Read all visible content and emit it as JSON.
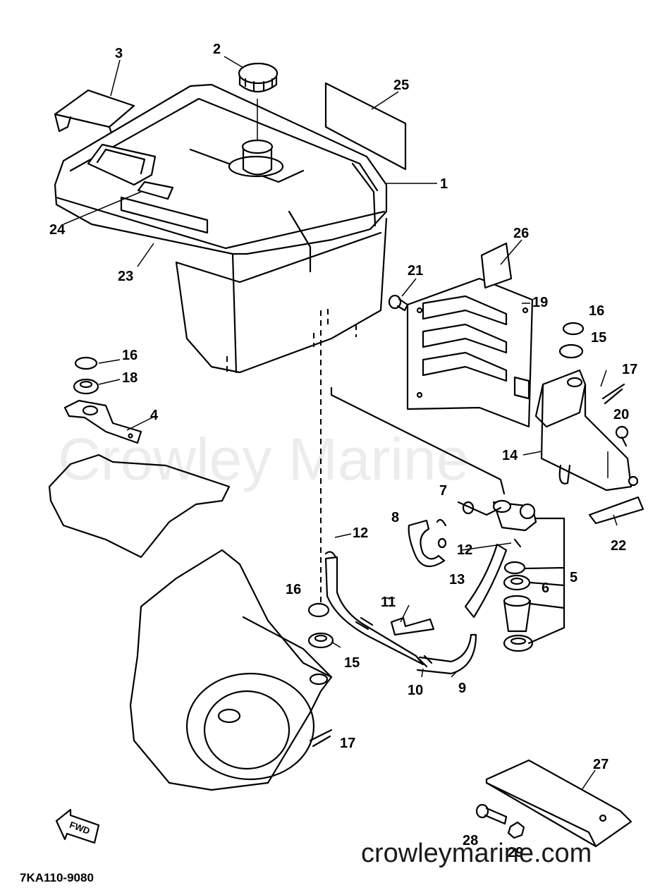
{
  "diagram": {
    "watermark": "Crowley Marine",
    "site_url": "crowleymarine.com",
    "drawing_code": "7KA110-9080",
    "direction_label": "FWD"
  },
  "callouts": {
    "c1": "1",
    "c2": "2",
    "c3": "3",
    "c4": "4",
    "c5": "5",
    "c6": "6",
    "c7": "7",
    "c8": "8",
    "c9": "9",
    "c10": "10",
    "c11": "11",
    "c12a": "12",
    "c12b": "12",
    "c13": "13",
    "c14": "14",
    "c15a": "15",
    "c15b": "15",
    "c16a": "16",
    "c16b": "16",
    "c16c": "16",
    "c17a": "17",
    "c17b": "17",
    "c18": "18",
    "c19": "19",
    "c20": "20",
    "c21": "21",
    "c22": "22",
    "c23": "23",
    "c24": "24",
    "c25": "25",
    "c26": "26",
    "c27": "27",
    "c28": "28",
    "c29": "29"
  }
}
